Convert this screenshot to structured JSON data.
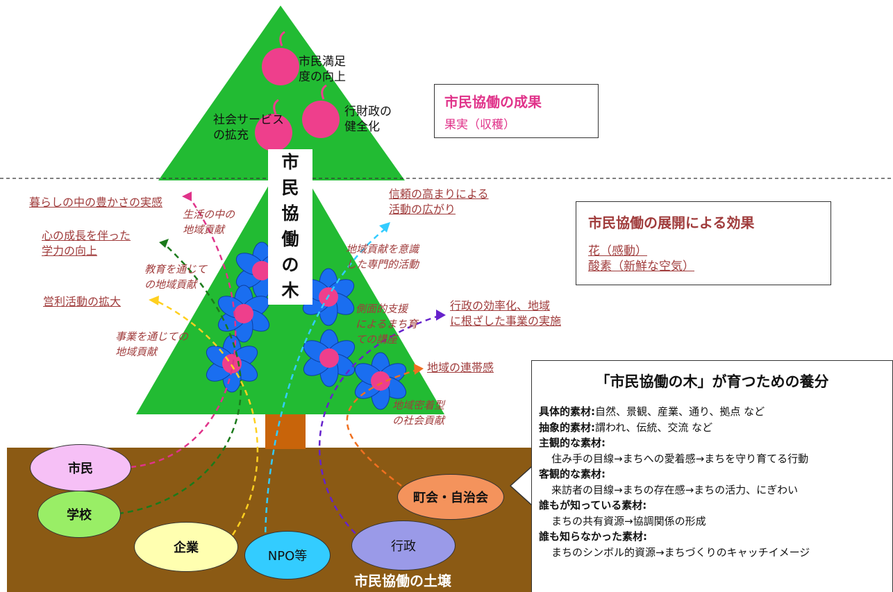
{
  "tree_title": [
    "市",
    "民",
    "協",
    "働",
    "の",
    "木"
  ],
  "fruits": [
    {
      "label_l1": "市民満足",
      "label_l2": "度の向上"
    },
    {
      "label_l1": "社会サービス",
      "label_l2": "の拡充"
    },
    {
      "label_l1": "行財政の",
      "label_l2": "健全化"
    }
  ],
  "result_box": {
    "title": "市民協働の成果",
    "subtitle": "果実（収穫）"
  },
  "effect_box": {
    "title": "市民協働の展開による効果",
    "line1": "花（感動）",
    "line2": "酸素（新鮮な空気）"
  },
  "effects": {
    "e1": "暮らしの中の豊かさの実感",
    "e2_l1": "心の成長を伴った",
    "e2_l2": "学力の向上",
    "e3": "営利活動の拡大",
    "e4_l1": "信頼の高まりによる",
    "e4_l2": "活動の広がり",
    "e5_l1": "行政の効率化、地域",
    "e5_l2": "に根ざした事業の実施",
    "e6": "地域の連帯感"
  },
  "branches": {
    "b1_l1": "生活の中の",
    "b1_l2": "地域貢献",
    "b2_l1": "教育を通じて",
    "b2_l2": "の地域貢献",
    "b3_l1": "事業を通じての",
    "b3_l2": "地域貢献",
    "b4_l1": "地域貢献を意識",
    "b4_l2": "した専門的活動",
    "b5_l1": "側面的支援",
    "b5_l2": "によるまち育",
    "b5_l3": "ての講座",
    "b6_l1": "地域密着型",
    "b6_l2": "の社会貢献"
  },
  "soil": {
    "title": "市民協働の土壌",
    "actors": [
      "市民",
      "学校",
      "企業",
      "NPO等",
      "行政",
      "町会・自治会"
    ]
  },
  "nutrients": {
    "title": "「市民協働の木」が育つための養分",
    "r1_head": "具体的素材:",
    "r1_text": "自然、景観、産業、通り、拠点 など",
    "r2_head": "抽象的素材:",
    "r2_text": "謂われ、伝統、交流 など",
    "r3_head": "主観的な素材:",
    "r3_text": "住み手の目線→まちへの愛着感→まちを守り育てる行動",
    "r4_head": "客観的な素材:",
    "r4_text": "来訪者の目線→まちの存在感→まちの活力、にぎわい",
    "r5_head": "誰もが知っている素材:",
    "r5_text": "まちの共有資源→協調関係の形成",
    "r6_head": "誰も知らなかった素材:",
    "r6_text": "まちのシンボル的資源→まちづくりのキャッチイメージ"
  },
  "colors": {
    "tree_green": "#22bb33",
    "soil_brown": "#8b5a14",
    "trunk_brown": "#c8640a",
    "fruit_pink": "#ee3f8c",
    "flower_blue": "#1a6ef0",
    "accent_pink": "#e0338a",
    "effect_brown": "#a03c3c",
    "actor_shimin": "#f6c0f6",
    "actor_gakko": "#99ee66",
    "actor_kigyo": "#ffffb0",
    "actor_npo": "#33ccff",
    "actor_gyosei": "#9a9ae8",
    "actor_chokai": "#f4935c"
  }
}
